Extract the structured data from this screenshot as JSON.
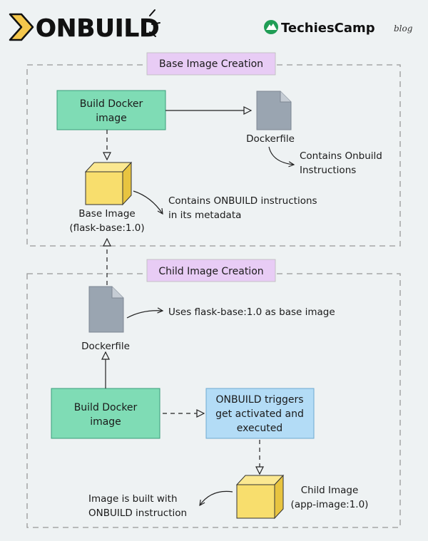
{
  "header": {
    "logo_text": "ONBUILD",
    "brand_name": "TechiesCamp",
    "brand_suffix": "blog"
  },
  "colors": {
    "background": "#eef2f3",
    "section_label": "#e8ccf5",
    "build_box": "#7fdcb5",
    "trigger_box": "#b3dcf6",
    "cube": "#f8de6d",
    "file": "#9aa5b1",
    "brand_green": "#1f9d55"
  },
  "base_section": {
    "title": "Base Image Creation",
    "build_box": [
      "Build Docker",
      "image"
    ],
    "dockerfile_label": "Dockerfile",
    "dockerfile_note": [
      "Contains Onbuild",
      "Instructions"
    ],
    "base_image_label": [
      "Base Image",
      "(flask-base:1.0)"
    ],
    "base_image_note": [
      "Contains ONBUILD instructions",
      "in its metadata"
    ]
  },
  "child_section": {
    "title": "Child Image Creation",
    "dockerfile_label": "Dockerfile",
    "dockerfile_note": "Uses flask-base:1.0 as base image",
    "build_box": [
      "Build Docker",
      "image"
    ],
    "trigger_box": [
      "ONBUILD triggers",
      "get activated and",
      "executed"
    ],
    "child_image_label": [
      "Child Image",
      "(app-image:1.0)"
    ],
    "child_image_note": [
      "Image is built with",
      "ONBUILD instruction"
    ]
  }
}
